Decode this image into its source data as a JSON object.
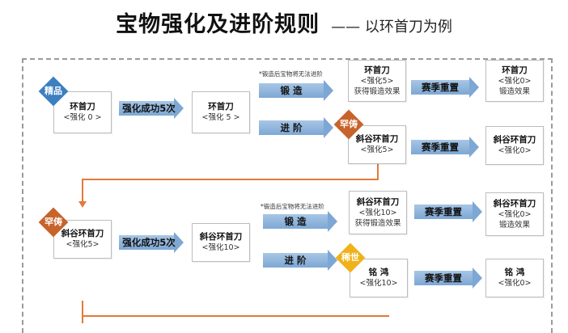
{
  "title": {
    "main": "宝物强化及进阶规则",
    "sub": "—— 以环首刀为例"
  },
  "note": "*锻造后宝物将无法进阶",
  "arrows": {
    "enhance": "强化成功5次",
    "forge": "锻 造",
    "advance": "进 阶",
    "reset": "赛季重置"
  },
  "badges": {
    "jingpin": "精品",
    "hantao": "罕俦",
    "xishi": "稀世"
  },
  "colors": {
    "jingpin": "#3d7fc1",
    "hantao": "#c8632b",
    "xishi": "#f0b21a",
    "arrow": "#7da7d4",
    "line": "#e4793a"
  },
  "row1": {
    "start": {
      "name": "环首刀",
      "level": "<强化 0 >"
    },
    "enhanced": {
      "name": "环首刀",
      "level": "<强化 5 >"
    },
    "forged": {
      "name": "环首刀",
      "level": "<强化5>",
      "effect": "获得锻造效果"
    },
    "forged_reset": {
      "name": "环首刀",
      "level": "<强化0>",
      "effect": "锻造效果"
    },
    "advanced": {
      "name": "斜谷环首刀",
      "level": "<强化5>"
    },
    "advanced_reset": {
      "name": "斜谷环首刀",
      "level": "<强化0>"
    }
  },
  "row2": {
    "start": {
      "name": "斜谷环首刀",
      "level": "<强化5>"
    },
    "enhanced": {
      "name": "斜谷环首刀",
      "level": "<强化10>"
    },
    "forged": {
      "name": "斜谷环首刀",
      "level": "<强化10>",
      "effect": "获得锻造效果"
    },
    "forged_reset": {
      "name": "斜谷环首刀",
      "level": "<强化0>",
      "effect": "锻造效果"
    },
    "advanced": {
      "name": "铭 鸿",
      "level": "<强化10>"
    },
    "advanced_reset": {
      "name": "铭 鸿",
      "level": "<强化0>"
    }
  }
}
